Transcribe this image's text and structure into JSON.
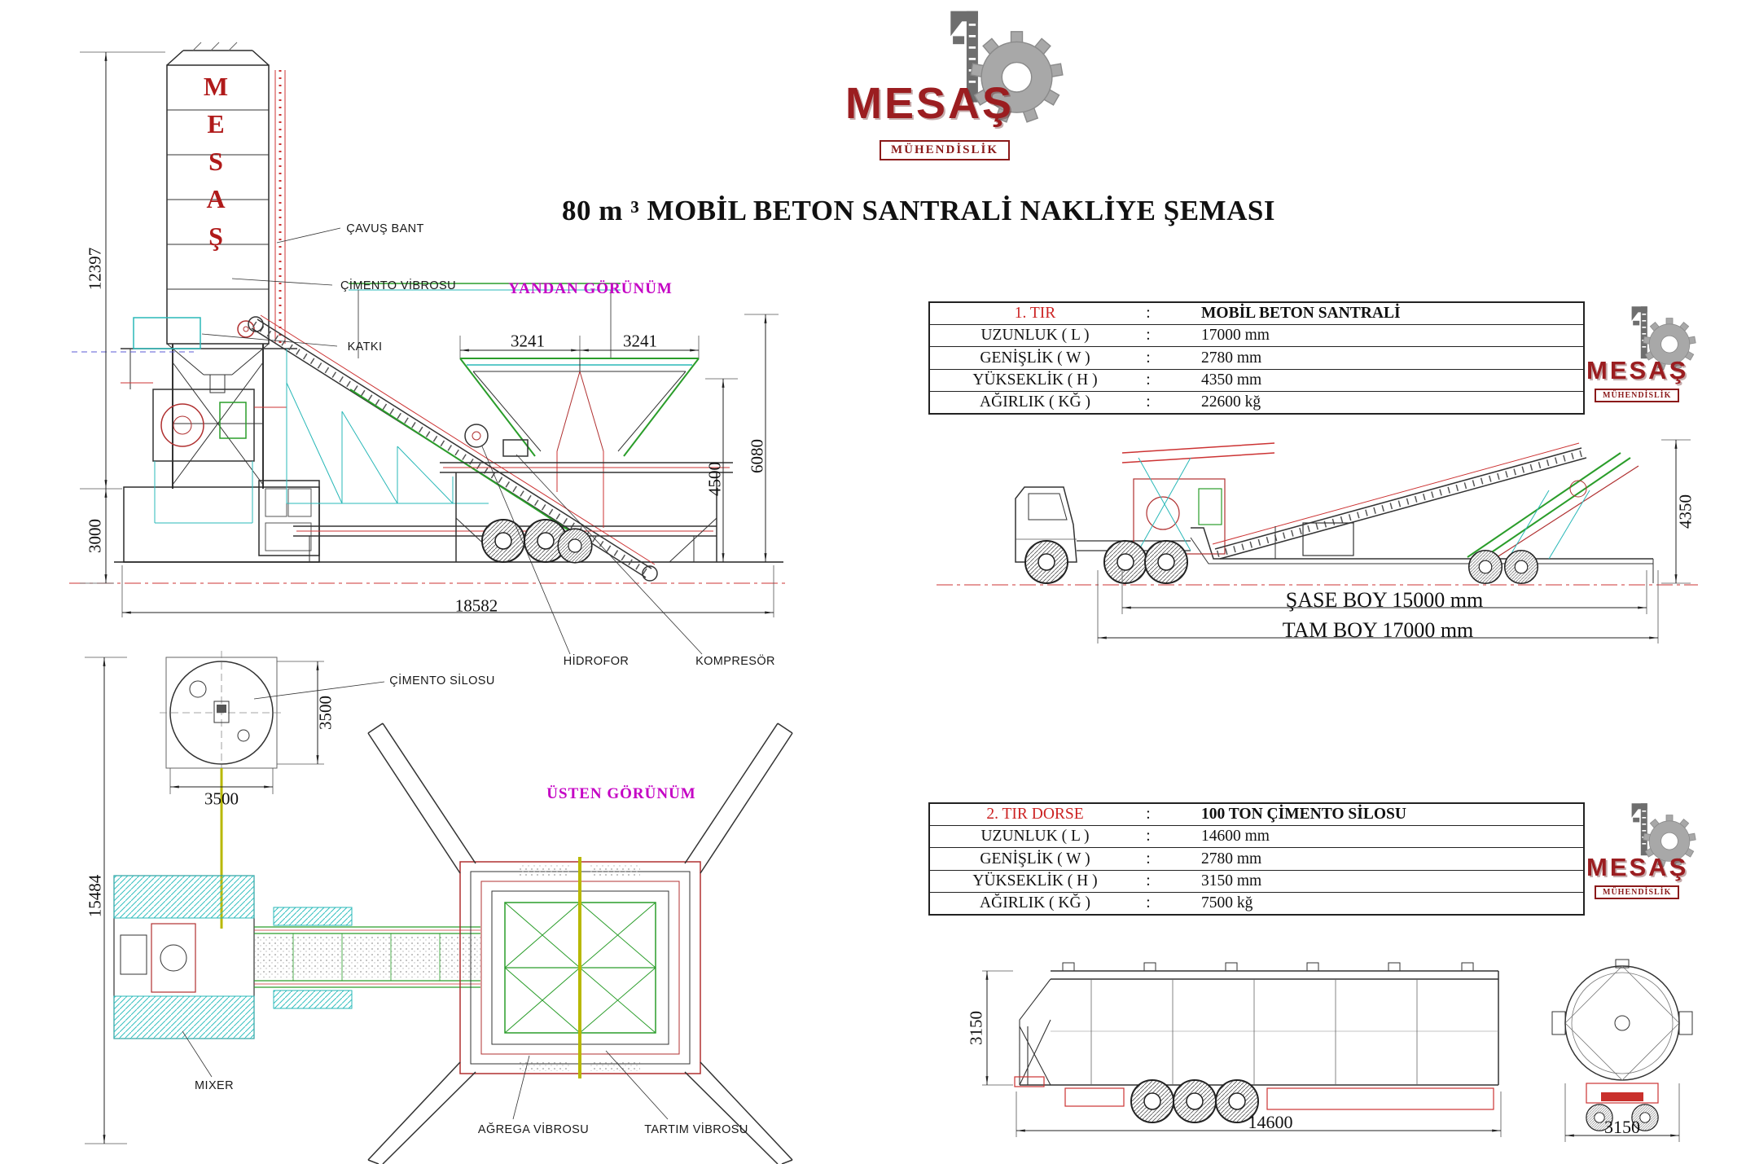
{
  "logo": {
    "brand": "MESAŞ",
    "subtitle": "MÜHENDİSLİK"
  },
  "title": "80 m ³ MOBİL BETON SANTRALİ NAKLİYE ŞEMASI",
  "side_view": {
    "view_label": "YANDAN GÖRÜNÜM",
    "silo_letters": "MESAŞ",
    "dims": {
      "silo_height": "12397",
      "base_height": "3000",
      "total_length": "18582",
      "bin_left": "3241",
      "bin_right": "3241",
      "inner_height": "4500",
      "outer_height": "6080"
    },
    "callouts": {
      "cavus_bant": "ÇAVUŞ BANT",
      "cimento_vibrosu": "ÇİMENTO VİBROSU",
      "katki": "KATKI",
      "hidrofor": "HİDROFOR",
      "kompresor": "KOMPRESÖR"
    }
  },
  "top_view": {
    "view_label": "ÜSTEN GÖRÜNÜM",
    "dims": {
      "silo_w": "3500",
      "silo_h": "3500",
      "total_h": "15484"
    },
    "callouts": {
      "cimento_silosu": "ÇİMENTO SİLOSU",
      "mixer": "MIXER",
      "agrega_vibrosu": "AĞREGA VİBROSU",
      "tartim_vibrosu": "TARTIM VİBROSU"
    }
  },
  "truck1": {
    "table": {
      "header": {
        "label": "1. TIR",
        "sep": ":",
        "value": "MOBİL BETON SANTRALİ"
      },
      "rows": [
        {
          "label": "UZUNLUK ( L )",
          "sep": ":",
          "value": "17000 mm"
        },
        {
          "label": "GENİŞLİK ( W )",
          "sep": ":",
          "value": "2780 mm"
        },
        {
          "label": "YÜKSEKLİK ( H )",
          "sep": ":",
          "value": "4350 mm"
        },
        {
          "label": "AĞIRLIK ( KĞ )",
          "sep": ":",
          "value": "22600 kğ"
        }
      ]
    },
    "dims": {
      "sase_boy": "ŞASE BOY 15000 mm",
      "tam_boy": "TAM BOY 17000 mm",
      "height": "4350"
    }
  },
  "truck2": {
    "table": {
      "header": {
        "label": "2. TIR DORSE",
        "sep": ":",
        "value": "100 TON ÇİMENTO SİLOSU"
      },
      "rows": [
        {
          "label": "UZUNLUK ( L )",
          "sep": ":",
          "value": "14600 mm"
        },
        {
          "label": "GENİŞLİK ( W )",
          "sep": ":",
          "value": "2780 mm"
        },
        {
          "label": "YÜKSEKLİK ( H )",
          "sep": ":",
          "value": "3150 mm"
        },
        {
          "label": "AĞIRLIK ( KĞ )",
          "sep": ":",
          "value": "7500 kğ"
        }
      ]
    },
    "dims": {
      "length": "14600",
      "height": "3150",
      "rear_width": "3150"
    }
  }
}
